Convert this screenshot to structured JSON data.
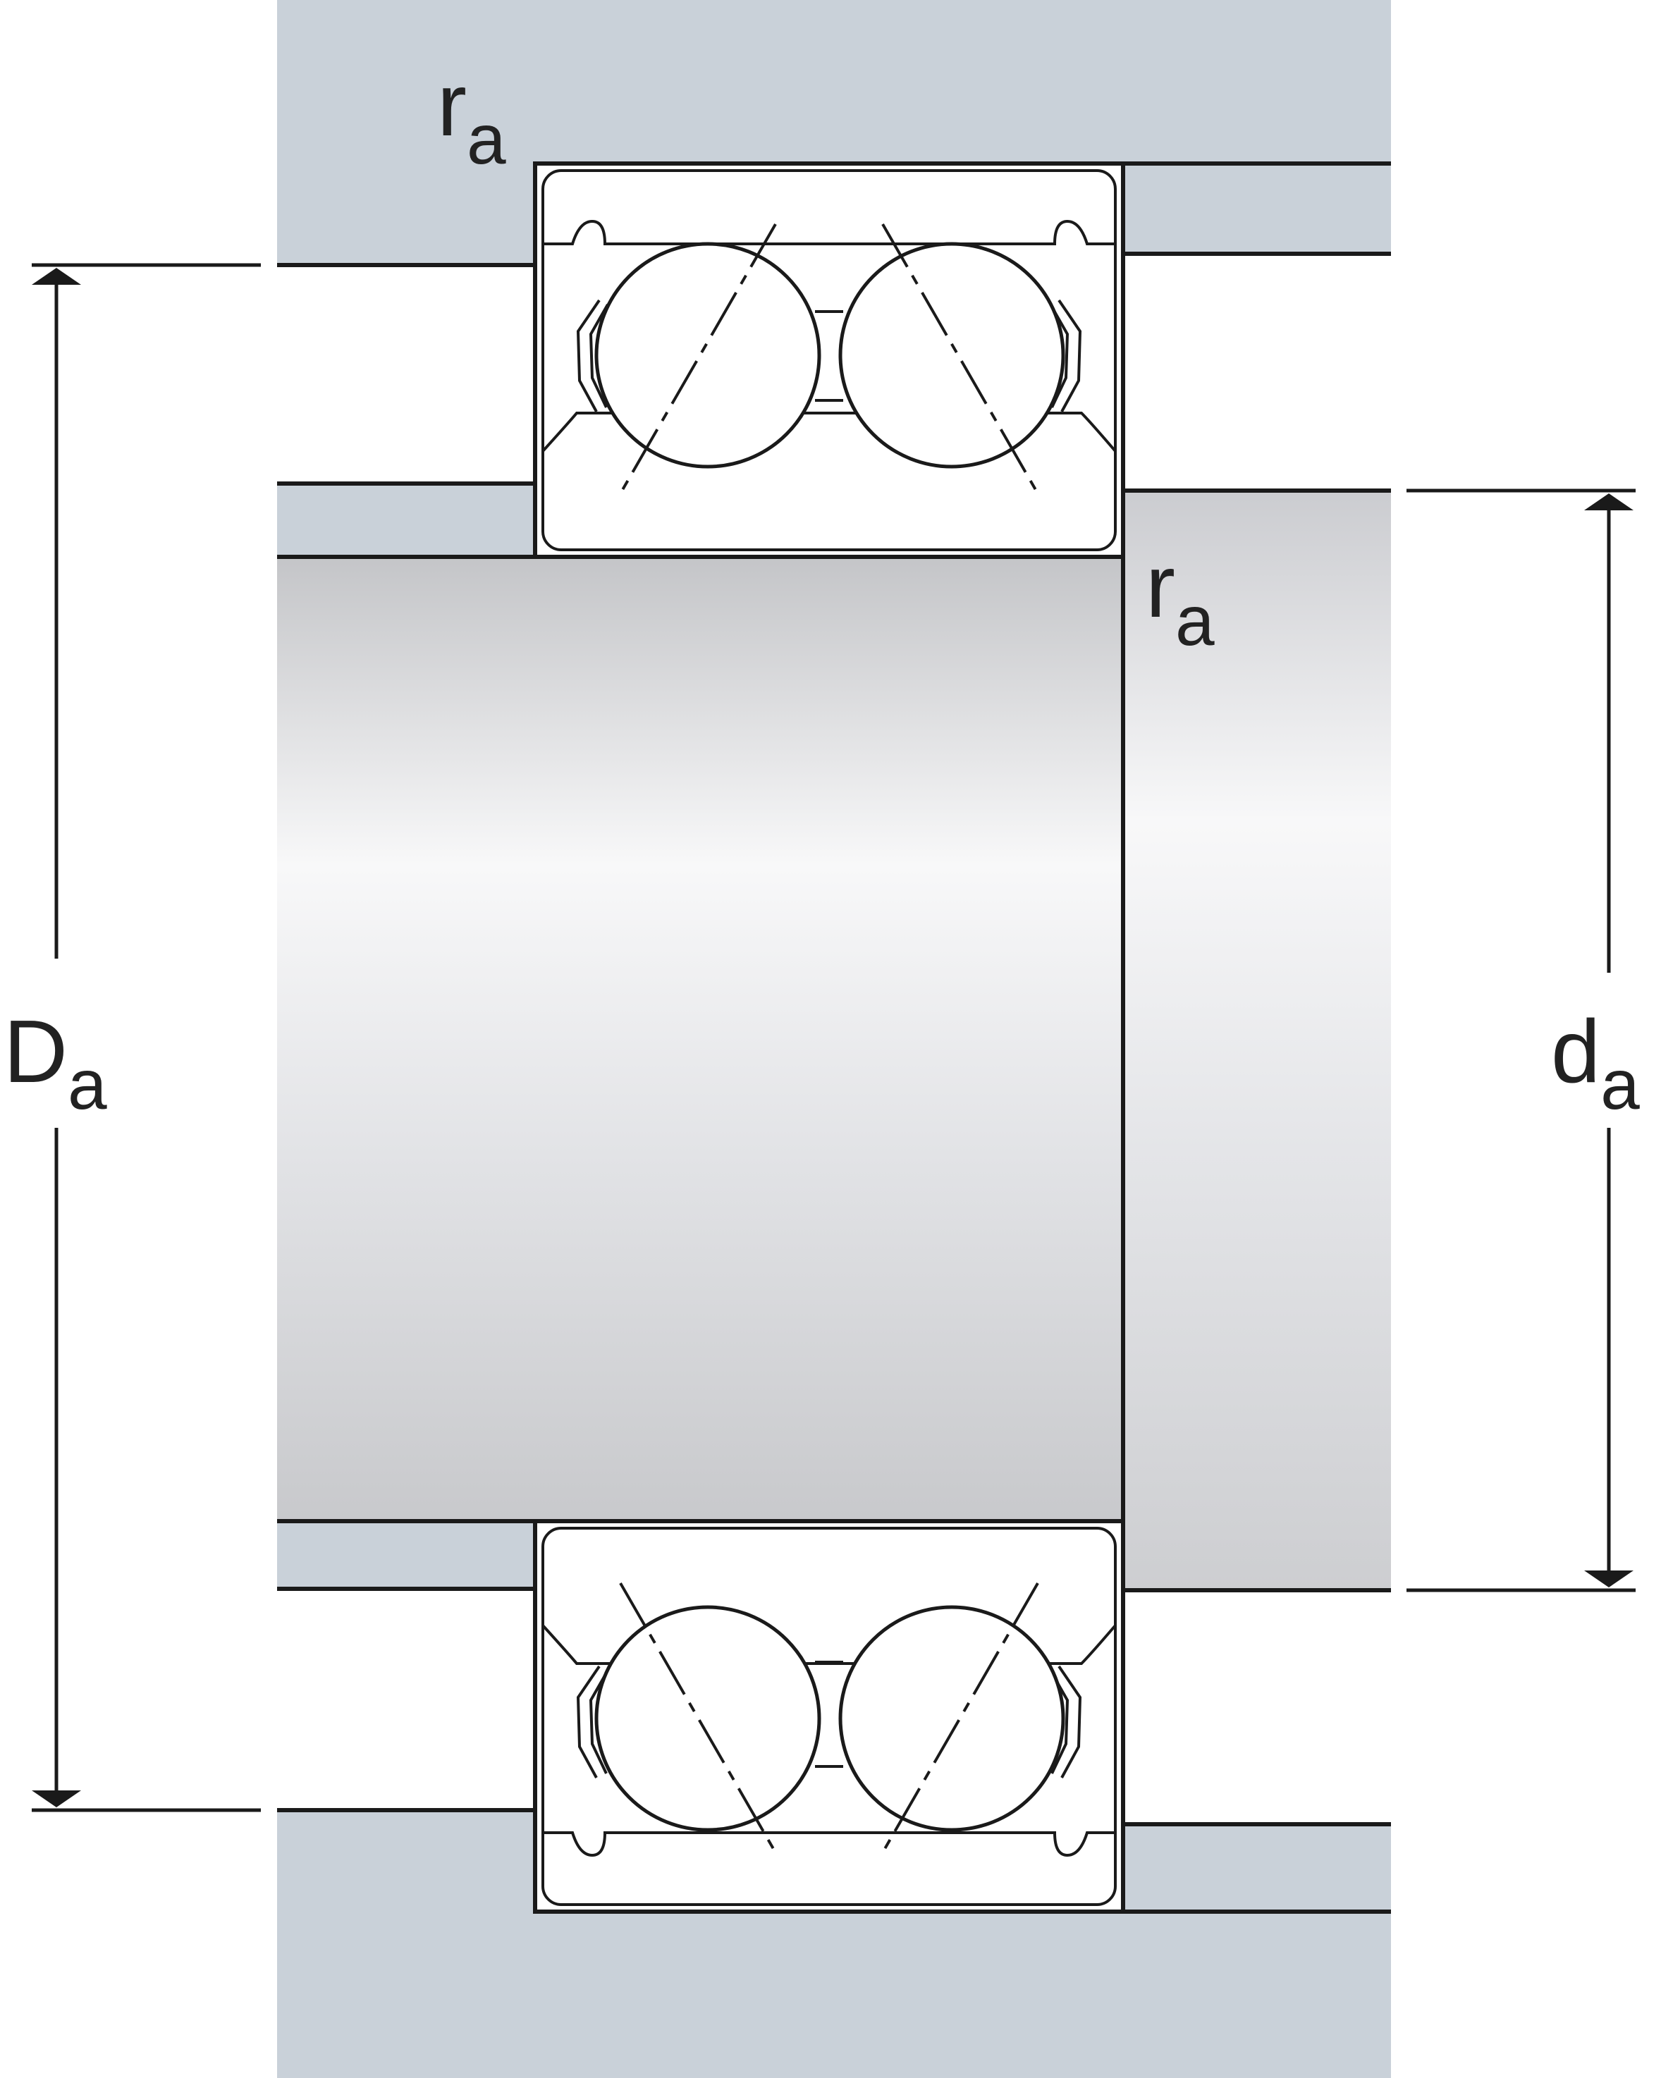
{
  "labels": {
    "ra_top": {
      "main": "r",
      "sub": "a"
    },
    "ra_mid": {
      "main": "r",
      "sub": "a"
    },
    "Da": {
      "main": "D",
      "sub": "a"
    },
    "da": {
      "main": "d",
      "sub": "a"
    }
  },
  "colors": {
    "housing": "#c9d1d9",
    "line": "#1a1a1a",
    "shaft_light": "#f8f8f9",
    "shaft_dark": "#c4c5c8",
    "bearing_fill": "#ffffff"
  }
}
